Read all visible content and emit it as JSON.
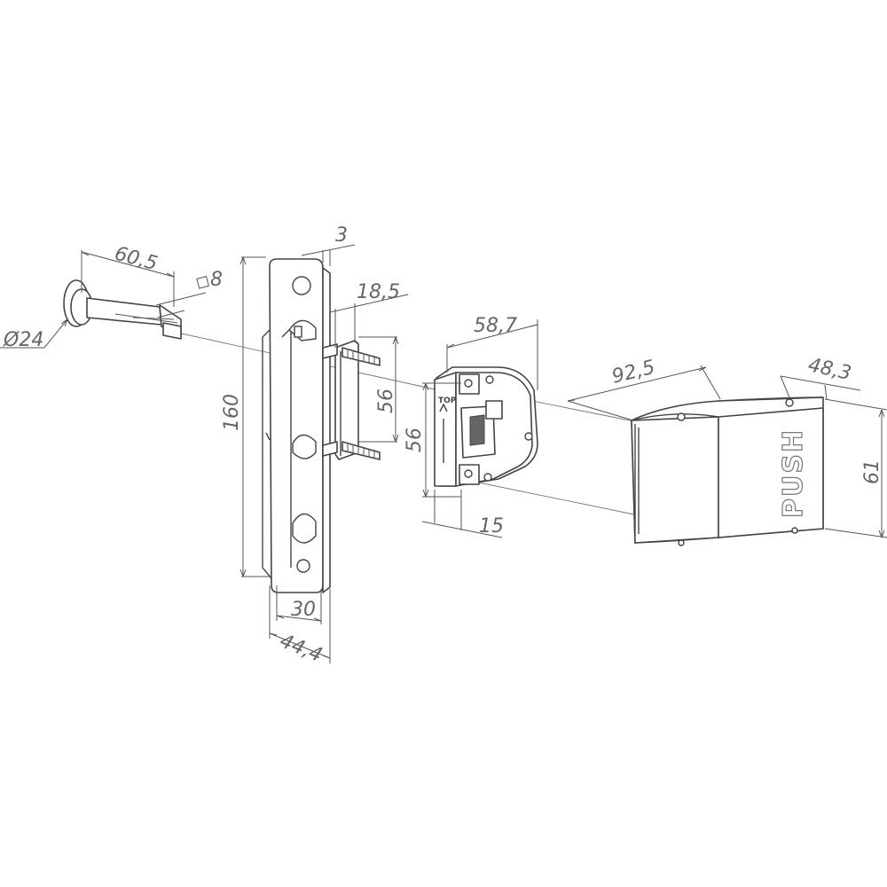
{
  "dimensions": {
    "spindle_length": "60,5",
    "spindle_square": "8",
    "rose_diameter": "Ø24",
    "plate_thickness": "3",
    "plate_height": "160",
    "plate_width_inner": "30",
    "plate_width_outer": "44,4",
    "screw_length": "18,5",
    "screw_spacing_a": "56",
    "screw_spacing_b": "56",
    "lock_width": "58,7",
    "lock_depth": "15",
    "handle_length": "92,5",
    "handle_depth": "48,3",
    "handle_height": "61"
  },
  "labels": {
    "lock_top": "TOP",
    "handle_push": "PUSH"
  },
  "colors": {
    "line": "#444444",
    "dimension": "#666666",
    "background": "#ffffff"
  }
}
